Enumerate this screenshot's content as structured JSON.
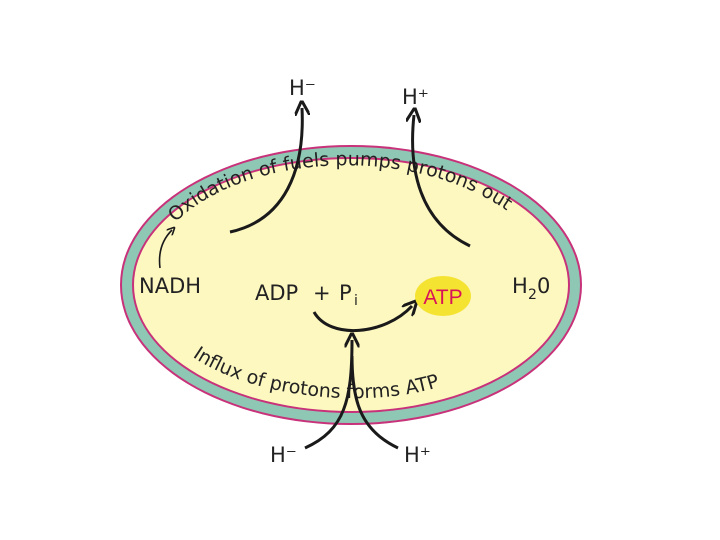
{
  "colors": {
    "membrane_fill": "#8ec7b4",
    "membrane_edge": "#c8327a",
    "cytoplasm_fill": "#fdf7c0",
    "atp_fill": "#f5e332",
    "atp_text": "#d8135a",
    "arrow": "#1a1a1a"
  },
  "labels": {
    "proton_out_left": "H⁻",
    "proton_out_right": "H⁺",
    "proton_in_left": "H⁻",
    "proton_in_right": "H⁺",
    "nadh": "NADH",
    "adp": "ADP",
    "plus": "+",
    "pi": "P",
    "pi_sub": "i",
    "atp": "ATP",
    "water": "H",
    "water_sub": "2",
    "water_o": "0"
  },
  "membrane_text": {
    "oxidation": "Oxidation of fuels pumps protons out",
    "influx": "Influx of protons forms ATP"
  }
}
